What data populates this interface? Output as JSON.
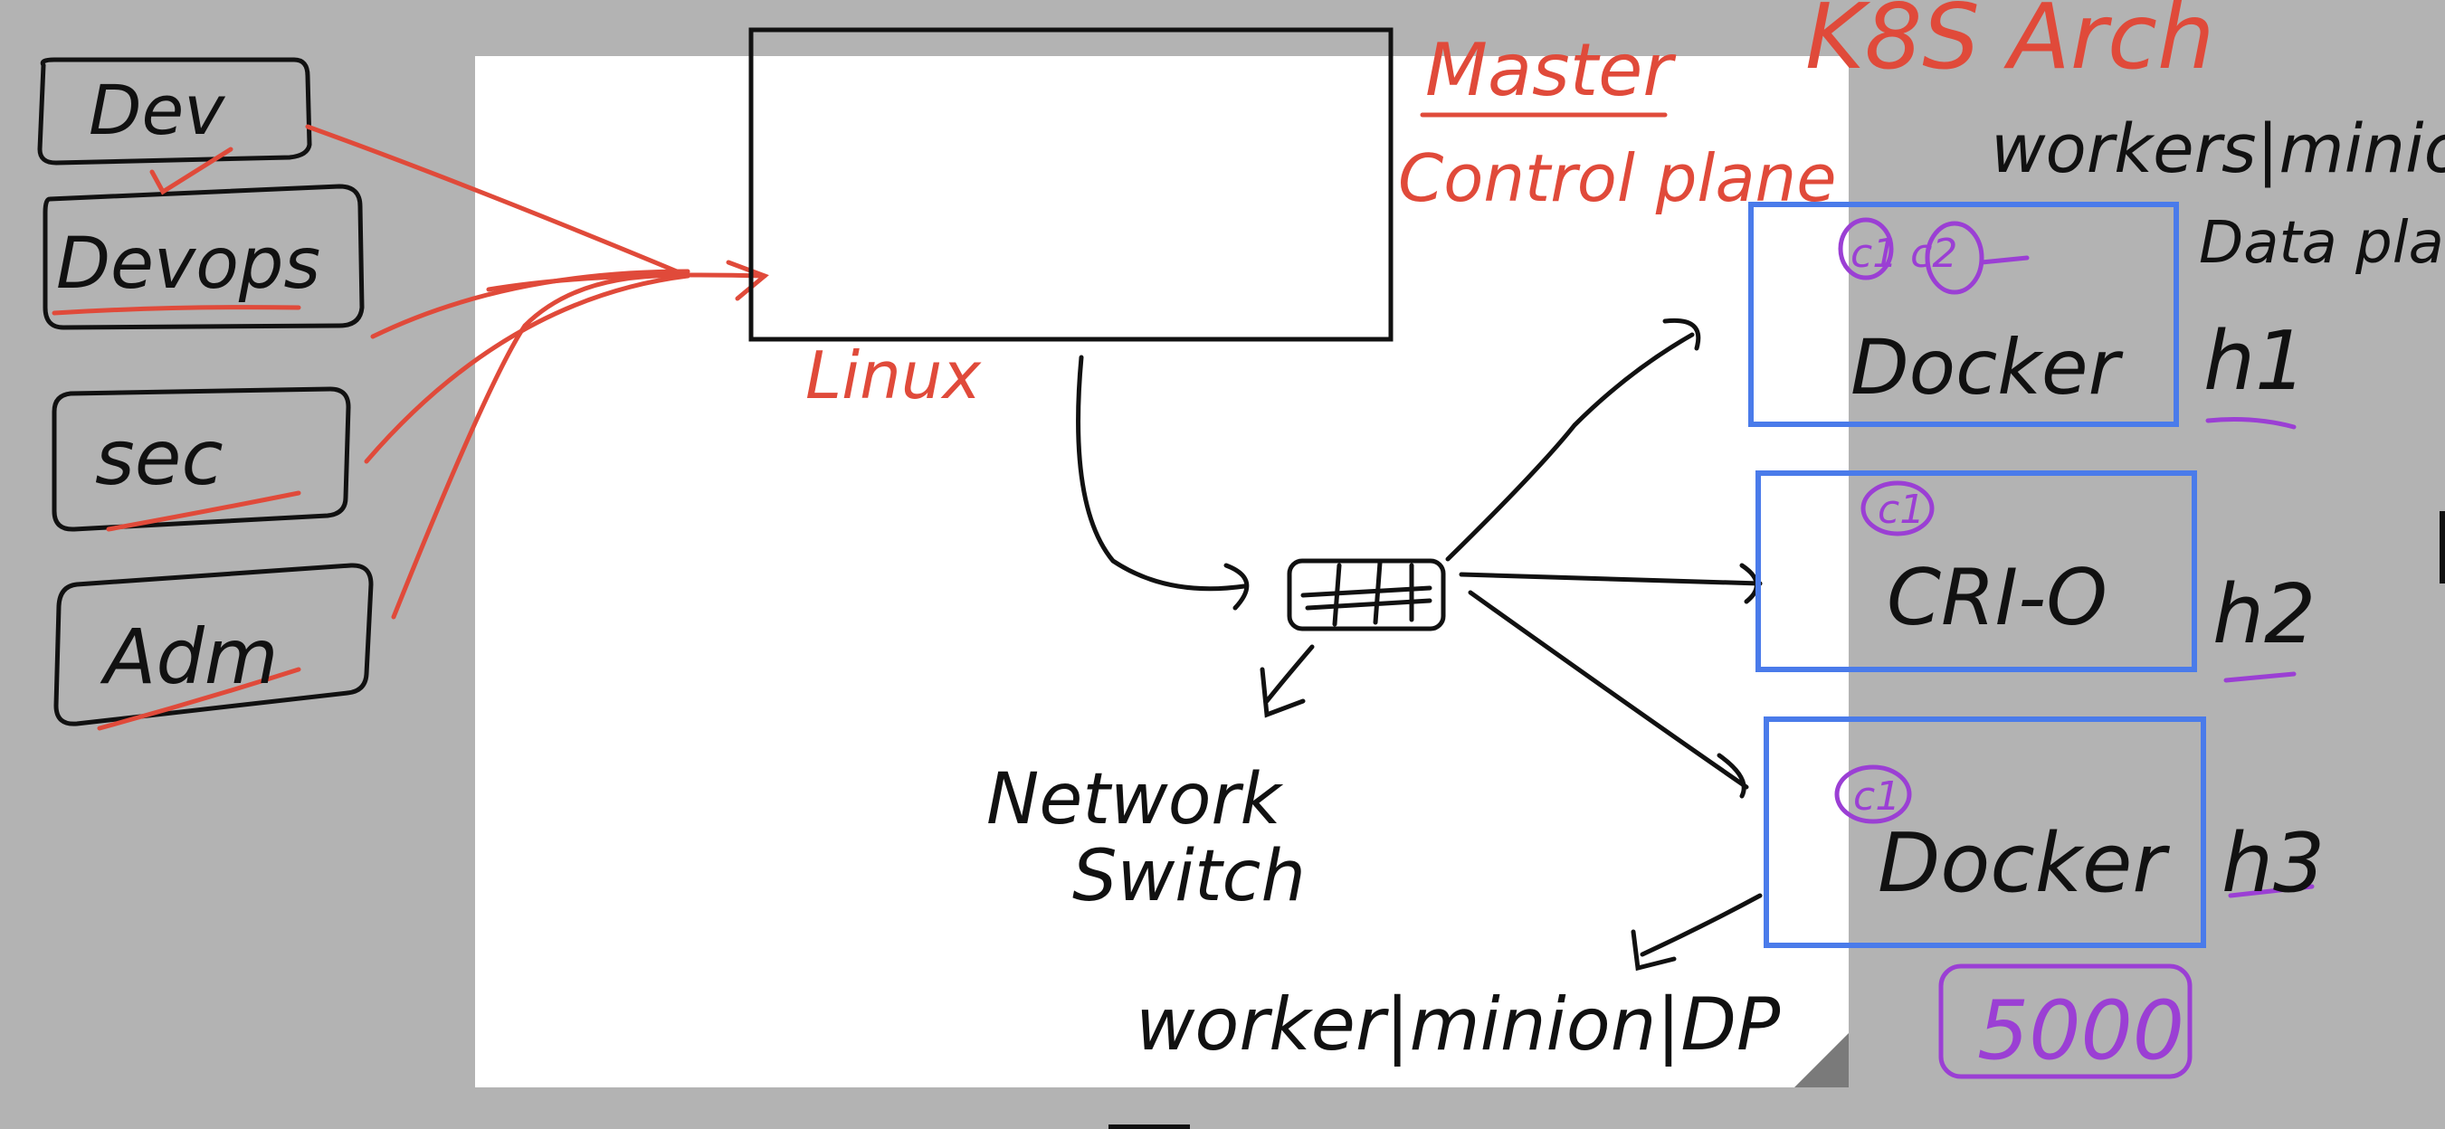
{
  "colors": {
    "background": "#b3b3b3",
    "page": "#ffffff",
    "red_ink": "#e04a3a",
    "black_ink": "#111111",
    "blue_box": "#4a7bea",
    "purple_ink": "#9b3fd4"
  },
  "title": "K8S Arch",
  "roles": [
    "Dev",
    "Devops",
    "sec",
    "Adm"
  ],
  "master": {
    "label_line1": "Master",
    "label_line2": "Control plane",
    "os": "Linux"
  },
  "switch": {
    "label_line1": "Network",
    "label_line2": "Switch"
  },
  "workers_header": "workers|minio",
  "dataplane_label": "Data plan",
  "nodes": [
    {
      "runtime": "Docker",
      "host": "h1",
      "containers": "c1 c2"
    },
    {
      "runtime": "CRI-O",
      "host": "h2",
      "containers": "c1"
    },
    {
      "runtime": "Docker",
      "host": "h3",
      "containers": "c1"
    }
  ],
  "worker_footer": "worker|minion|DP",
  "count": "5000"
}
